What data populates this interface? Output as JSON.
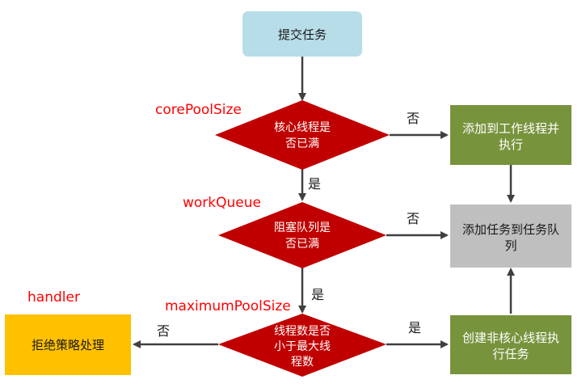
{
  "colors": {
    "start_box": "#b7dde8",
    "diamond": "#c00000",
    "action_green": "#77933c",
    "queue_gray": "#bfbfbf",
    "reject_yellow": "#ffc000",
    "param_red": "#ff0000",
    "arrow": "#404040"
  },
  "nodes": {
    "submit": "提交任务",
    "core_check": [
      "核心线程是",
      "否已满"
    ],
    "add_worker": [
      "添加到工作线程并",
      "执行"
    ],
    "queue_check": [
      "阻塞队列是",
      "否已满"
    ],
    "add_queue": [
      "添加任务到任务队",
      "列"
    ],
    "max_check": [
      "线程数是否",
      "小于最大线",
      "程数"
    ],
    "create_nonecore": [
      "创建非核心线程执",
      "行任务"
    ],
    "reject": "拒绝策略处理"
  },
  "params": {
    "core": "corePoolSize",
    "queue": "workQueue",
    "max": "maximumPoolSize",
    "handler": "handler"
  },
  "edge_labels": {
    "core_no": "否",
    "core_yes": "是",
    "queue_no": "否",
    "queue_yes": "是",
    "max_yes": "是",
    "max_no": "否"
  }
}
